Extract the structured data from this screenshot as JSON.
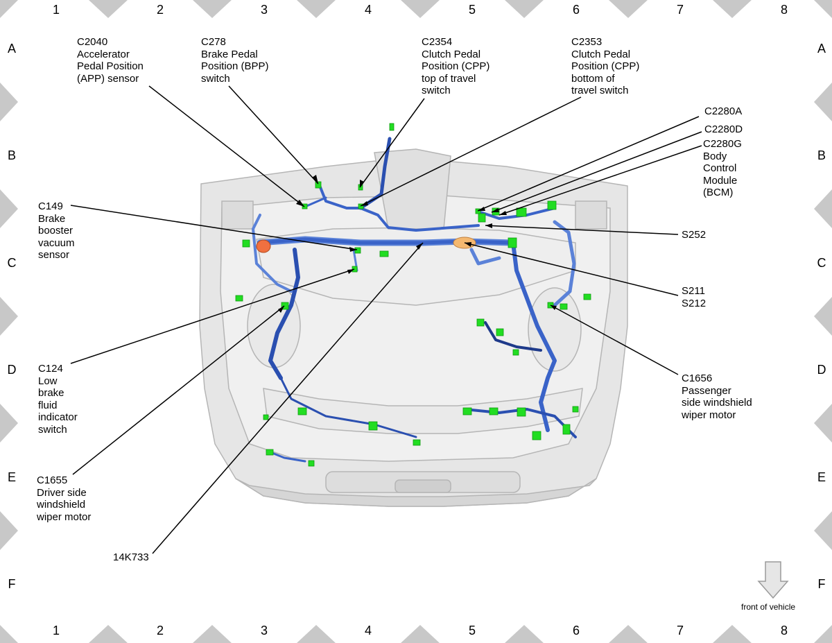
{
  "columns": [
    "1",
    "2",
    "3",
    "4",
    "5",
    "6",
    "7",
    "8"
  ],
  "rows": [
    "A",
    "B",
    "C",
    "D",
    "E",
    "F"
  ],
  "labels": {
    "c2040": "C2040\nAccelerator\nPedal Position\n(APP) sensor",
    "c278": "C278\nBrake Pedal\nPosition (BPP)\nswitch",
    "c2354": "C2354\nClutch Pedal\nPosition (CPP)\ntop of travel\nswitch",
    "c2353": "C2353\nClutch Pedal\nPosition (CPP)\nbottom of\ntravel switch",
    "c2280a": "C2280A",
    "c2280d": "C2280D",
    "c2280g": "C2280G\nBody\nControl\nModule\n(BCM)",
    "c149": "C149\nBrake\nbooster\nvacuum\nsensor",
    "s252": "S252",
    "s211": "S211\nS212",
    "c124": "C124\nLow\nbrake\nfluid\nindicator\nswitch",
    "c1656": "C1656\nPassenger\nside windshield\nwiper motor",
    "c1655": "C1655\nDriver side\nwindshield\nwiper motor",
    "harness": "14K733"
  },
  "front_note": "front of vehicle",
  "colors": {
    "harness": "#3a63c8",
    "harness_dark": "#1e3a8a",
    "connector": "#22dd22",
    "splice": "#f0a050",
    "body": "#e4e4e4",
    "border_triangle": "#c8c8c8"
  }
}
